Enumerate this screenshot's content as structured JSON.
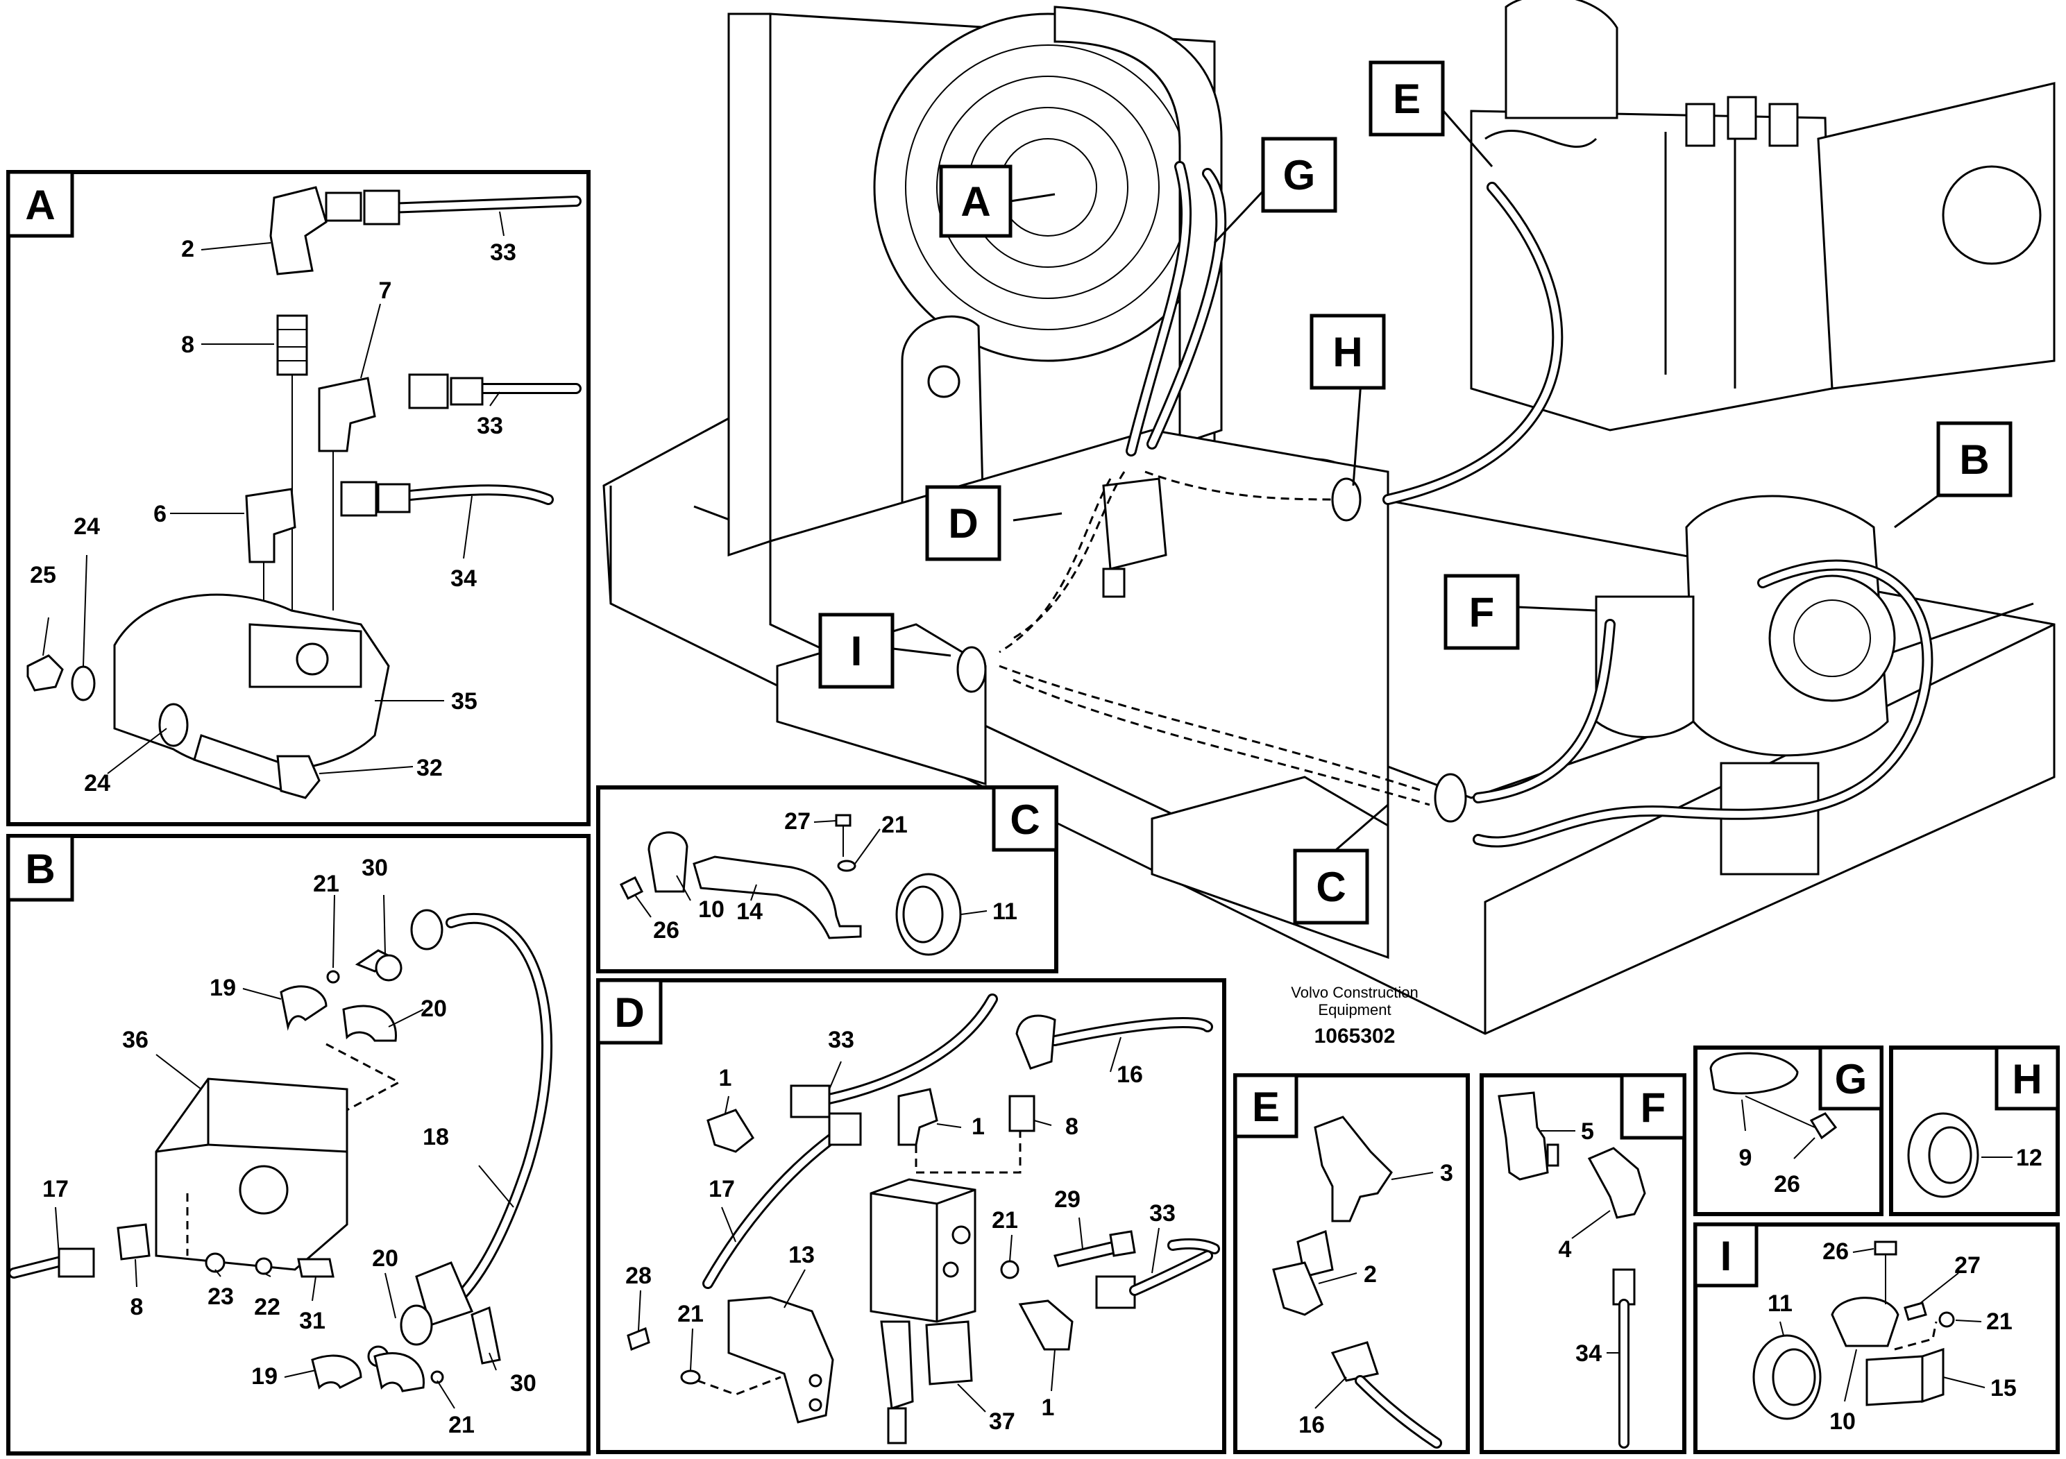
{
  "caption": {
    "brand_line1": "Volvo Construction",
    "brand_line2": "Equipment",
    "drawing_id": "1065302"
  },
  "overview_callouts": [
    "A",
    "B",
    "C",
    "D",
    "E",
    "F",
    "G",
    "H",
    "I"
  ],
  "panels": {
    "A": {
      "letter": "A",
      "labels": {
        "l2": "2",
        "l8": "8",
        "l7": "7",
        "l33a": "33",
        "l33b": "33",
        "l6": "6",
        "l34": "34",
        "l25": "25",
        "l24a": "24",
        "l24b": "24",
        "l35": "35",
        "l32": "32"
      }
    },
    "B": {
      "letter": "B",
      "labels": {
        "l21a": "21",
        "l30a": "30",
        "l19a": "19",
        "l20a": "20",
        "l36": "36",
        "l18": "18",
        "l17": "17",
        "l8": "8",
        "l23": "23",
        "l22": "22",
        "l31": "31",
        "l20b": "20",
        "l19b": "19",
        "l30b": "30",
        "l21b": "21"
      }
    },
    "C": {
      "letter": "C",
      "labels": {
        "l27": "27",
        "l21": "21",
        "l26": "26",
        "l10": "10",
        "l14": "14",
        "l11": "11"
      }
    },
    "D": {
      "letter": "D",
      "labels": {
        "l33a": "33",
        "l16": "16",
        "l1a": "1",
        "l1b": "1",
        "l8": "8",
        "l17": "17",
        "l21a": "21",
        "l29": "29",
        "l33b": "33",
        "l13": "13",
        "l28": "28",
        "l21b": "21",
        "l37": "37",
        "l1c": "1"
      }
    },
    "E": {
      "letter": "E",
      "labels": {
        "l3": "3",
        "l2": "2",
        "l16": "16"
      }
    },
    "F": {
      "letter": "F",
      "labels": {
        "l5": "5",
        "l4": "4",
        "l34": "34"
      }
    },
    "G": {
      "letter": "G",
      "labels": {
        "l9": "9",
        "l26": "26"
      }
    },
    "H": {
      "letter": "H",
      "labels": {
        "l12": "12"
      }
    },
    "I": {
      "letter": "I",
      "labels": {
        "l26": "26",
        "l27": "27",
        "l11": "11",
        "l21": "21",
        "l10": "10",
        "l15": "15"
      }
    }
  }
}
